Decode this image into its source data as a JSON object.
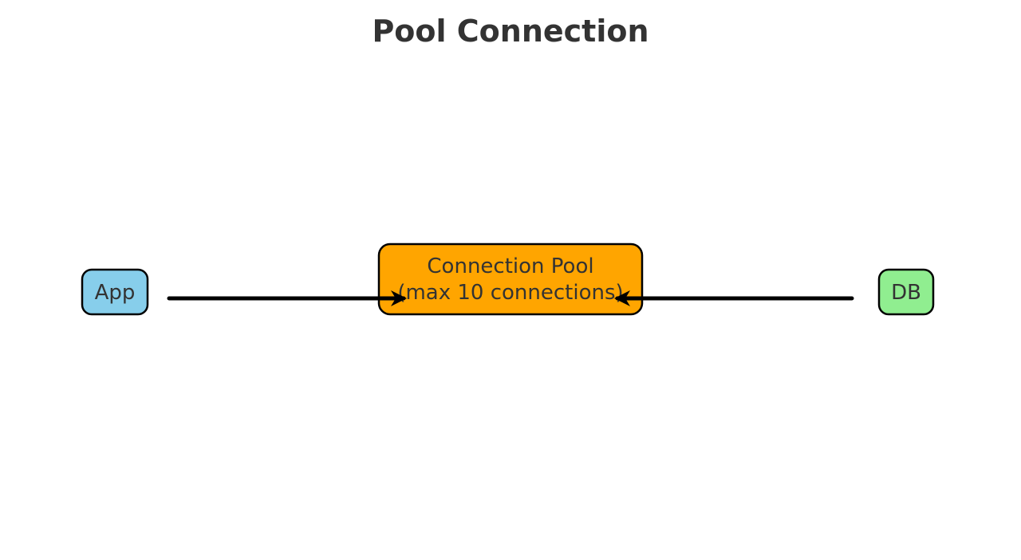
{
  "diagram": {
    "title": "Pool Connection",
    "nodes": {
      "app": {
        "label": "App",
        "color": "#87CEEB"
      },
      "pool": {
        "line1": "Connection Pool",
        "line2": "(max 10 connections)",
        "color": "#FFA500"
      },
      "db": {
        "label": "DB",
        "color": "#90EE90"
      }
    },
    "edges": [
      {
        "from": "App",
        "to": "Connection Pool"
      },
      {
        "from": "DB",
        "to": "Connection Pool"
      }
    ]
  }
}
